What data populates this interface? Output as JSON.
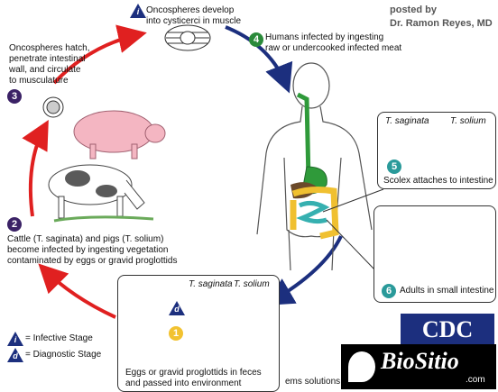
{
  "posted_by": {
    "line1": "posted by",
    "line2": "Dr. Ramon Reyes, MD"
  },
  "stages": [
    {
      "id": "stage-1",
      "number": "1",
      "text_line1": "Eggs or gravid proglottids in feces",
      "text_line2": "and passed into environment",
      "color": "#f2c230"
    },
    {
      "id": "stage-2",
      "number": "2",
      "text_line1": "Cattle (T. saginata) and pigs (T. solium)",
      "text_line2": "become infected by ingesting vegetation",
      "text_line3": "contaminated by eggs or gravid proglottids",
      "color": "#3b2266"
    },
    {
      "id": "stage-3",
      "number": "3",
      "text_line1": "Oncospheres hatch,",
      "text_line2": "penetrate intestinal",
      "text_line3": "wall, and circulate",
      "text_line4": "to musculature",
      "color": "#3b2266"
    },
    {
      "id": "stage-4",
      "number": "4",
      "text_line1": "Humans infected by ingesting",
      "text_line2": "raw or undercooked infected meat",
      "color": "#2a8a3a"
    },
    {
      "id": "stage-5",
      "number": "5",
      "text_line1": "Scolex attaches to intestine",
      "color": "#2a9a9a"
    },
    {
      "id": "stage-6",
      "number": "6",
      "text_line1": "Adults in small intestine",
      "color": "#2a9a9a"
    }
  ],
  "cysticerci": {
    "marker": "i",
    "text_line1": "Oncospheres develop",
    "text_line2": "into cysticerci in muscle"
  },
  "species": {
    "saginata": "T. saginata",
    "solium": "T. solium"
  },
  "legend": {
    "infective_marker": "i",
    "infective_label": "= Infective Stage",
    "diagnostic_marker": "d",
    "diagnostic_label": "= Diagnostic Stage"
  },
  "footer_text": "ems solutions international",
  "logos": {
    "cdc": "CDC",
    "biositio": "BioSitio",
    "biositio_tld": ".com"
  },
  "colors": {
    "red_arrow": "#e02020",
    "blue_arrow": "#1c2f7e",
    "gut_green": "#2f9a3a",
    "gut_yellow": "#f0c030",
    "gut_cyan": "#36b0b0"
  }
}
